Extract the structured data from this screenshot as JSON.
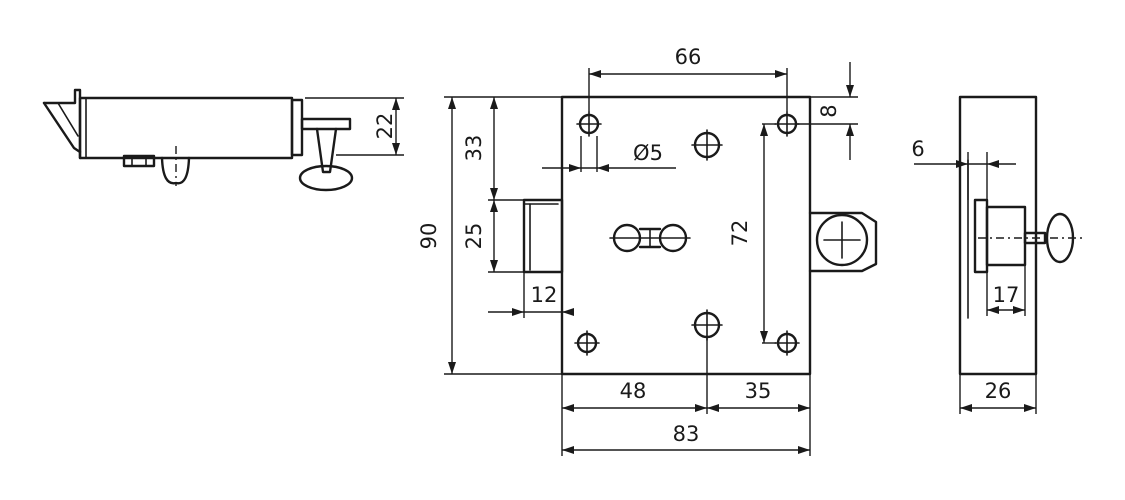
{
  "dimensions": {
    "width_total": "83",
    "width_left": "48",
    "width_right": "35",
    "height_total": "90",
    "top_to_center": "33",
    "follower_height": "25",
    "follower_width": "12",
    "hole_spacing_top": "66",
    "top_offset": "8",
    "hole_diameter": "Ø5",
    "hole_spacing_vertical": "72",
    "side_depth": "26",
    "cylinder_width": "17",
    "side_offset": "6",
    "top_view_height": "22"
  }
}
